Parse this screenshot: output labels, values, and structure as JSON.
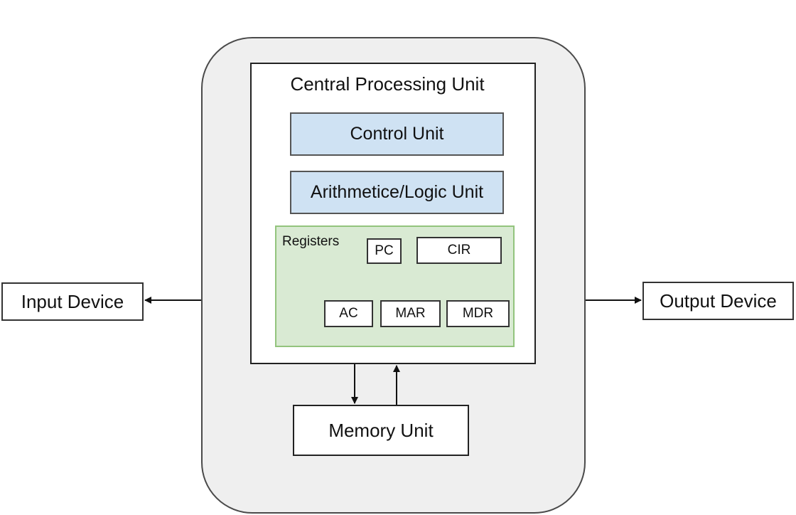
{
  "diagram": {
    "cpu_title": "Central Processing Unit",
    "control_unit": "Control Unit",
    "alu": "Arithmetice/Logic Unit",
    "registers": {
      "label": "Registers",
      "pc": "PC",
      "cir": "CIR",
      "ac": "AC",
      "mar": "MAR",
      "mdr": "MDR"
    },
    "memory_unit": "Memory Unit",
    "input_device": "Input Device",
    "output_device": "Output Device"
  },
  "colors": {
    "system_fill": "#efefef",
    "unit_fill": "#cfe2f3",
    "registers_fill": "#d9ead3",
    "registers_border": "#93c47d"
  }
}
